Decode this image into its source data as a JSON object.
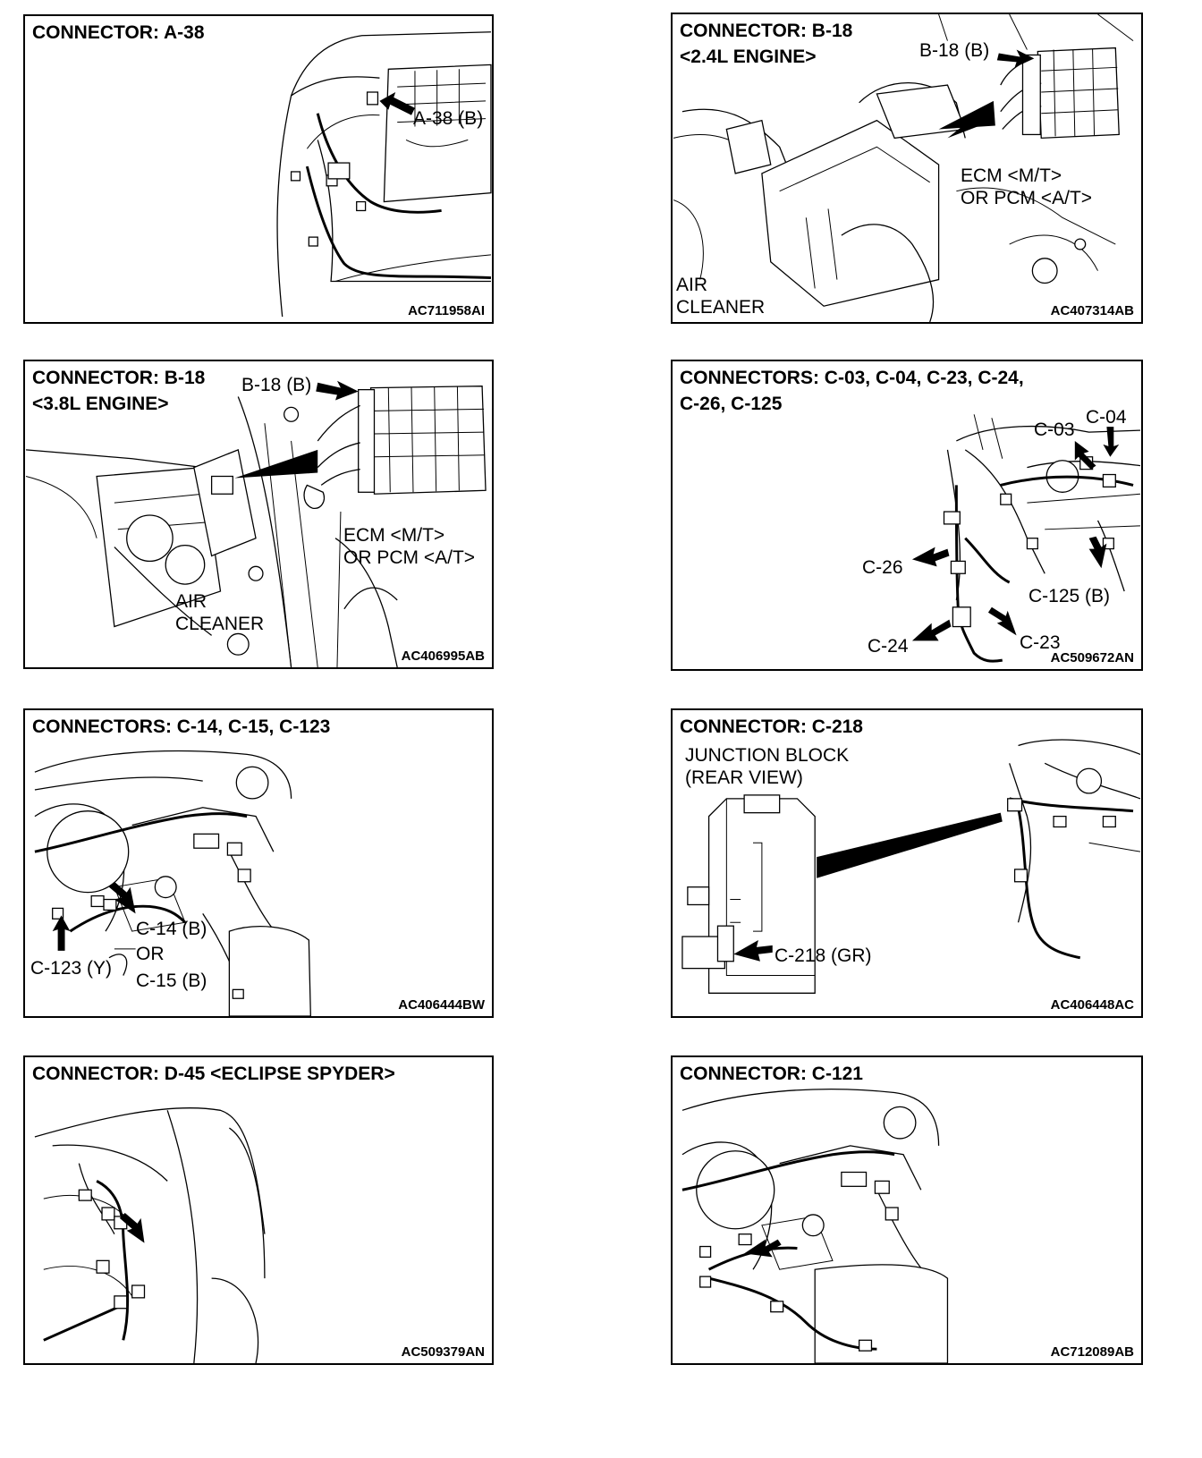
{
  "panels": [
    {
      "title": "CONNECTOR: A-38",
      "code": "AC711958AI",
      "labels": [
        "A-38 (B)"
      ]
    },
    {
      "title": "CONNECTOR: B-18\n<2.4L ENGINE>",
      "code": "AC407314AB",
      "labels": [
        "B-18 (B)",
        "ECM <M/T>\nOR PCM <A/T>",
        "AIR\nCLEANER"
      ]
    },
    {
      "title": "CONNECTOR: B-18\n<3.8L ENGINE>",
      "code": "AC406995AB",
      "labels": [
        "B-18 (B)",
        "ECM <M/T>\nOR PCM <A/T>",
        "AIR\nCLEANER"
      ]
    },
    {
      "title": "CONNECTORS: C-03, C-04, C-23, C-24,\nC-26, C-125",
      "code": "AC509672AN",
      "labels": [
        "C-03",
        "C-04",
        "C-26",
        "C-125 (B)",
        "C-24",
        "C-23"
      ]
    },
    {
      "title": "CONNECTORS: C-14, C-15, C-123",
      "code": "AC406444BW",
      "labels": [
        "C-14 (B)",
        "OR",
        "C-123 (Y)",
        "C-15 (B)"
      ]
    },
    {
      "title": "CONNECTOR: C-218",
      "code": "AC406448AC",
      "labels": [
        "JUNCTION BLOCK\n(REAR VIEW)",
        "C-218 (GR)"
      ]
    },
    {
      "title": "CONNECTOR: D-45 <ECLIPSE SPYDER>",
      "code": "AC509379AN",
      "labels": []
    },
    {
      "title": "CONNECTOR: C-121",
      "code": "AC712089AB",
      "labels": []
    }
  ]
}
